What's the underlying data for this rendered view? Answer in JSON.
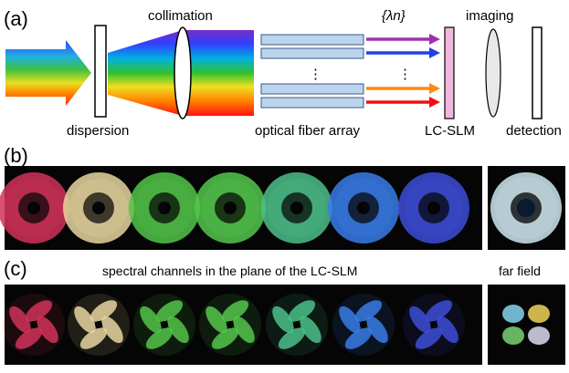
{
  "panels": {
    "a": "(a)",
    "b": "(b)",
    "c": "(c)"
  },
  "setup": {
    "collimation": "collimation",
    "imaging": "imaging",
    "lambda_set": "{λn}",
    "vdots": "⋮",
    "dispersion": "dispersion",
    "fiber_array": "optical fiber array",
    "lc_slm": "LC-SLM",
    "detection": "detection"
  },
  "panel_c": {
    "caption": "spectral channels in the plane of the LC-SLM",
    "far_field": "far field"
  },
  "colors": {
    "channels": [
      "#d1335a",
      "#e8d6a0",
      "#52c449",
      "#54c74c",
      "#4cc08a",
      "#3a7ce8",
      "#3d4ed8"
    ],
    "far_field_b": "#cfe8ee",
    "far_field_c": [
      "#8fe0ff",
      "#ffe060",
      "#7fe07a",
      "#e8e8ff"
    ],
    "rainbow": [
      "#7a2cc8",
      "#3040ff",
      "#00b0e0",
      "#30c030",
      "#f0e020",
      "#ff8000",
      "#ff1010"
    ],
    "fiber_fill": "#bcd4ec",
    "fiber_stroke": "#3a5a8a",
    "slm_fill": "#f2b8dc",
    "lens_fill": "#e8e8e8"
  }
}
